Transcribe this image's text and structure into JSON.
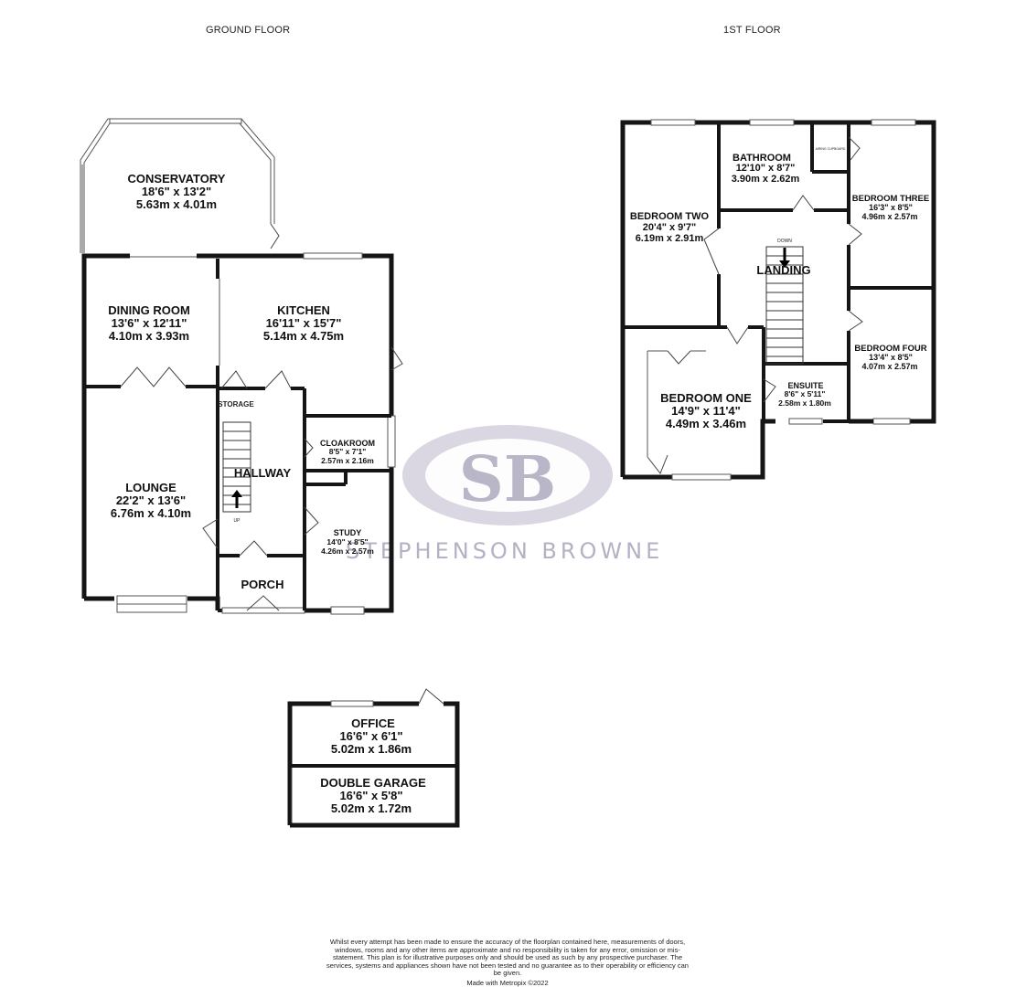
{
  "floors": {
    "ground": "GROUND FLOOR",
    "first": "1ST FLOOR"
  },
  "rooms": {
    "conservatory": {
      "name": "CONSERVATORY",
      "imperial": "18'6\"  x 13'2\"",
      "metric": "5.63m  x 4.01m"
    },
    "dining": {
      "name": "DINING ROOM",
      "imperial": "13'6\"  x 12'11\"",
      "metric": "4.10m  x 3.93m"
    },
    "kitchen": {
      "name": "KITCHEN",
      "imperial": "16'11\"  x 15'7\"",
      "metric": "5.14m  x 4.75m"
    },
    "storage": {
      "name": "STORAGE"
    },
    "cloakroom": {
      "name": "CLOAKROOM",
      "imperial": "8'5\"  x 7'1\"",
      "metric": "2.57m  x 2.16m"
    },
    "hallway": {
      "name": "HALLWAY"
    },
    "lounge": {
      "name": "LOUNGE",
      "imperial": "22'2\"  x 13'6\"",
      "metric": "6.76m  x 4.10m"
    },
    "study": {
      "name": "STUDY",
      "imperial": "14'0\"  x 8'5\"",
      "metric": "4.26m  x 2.57m"
    },
    "porch": {
      "name": "PORCH"
    },
    "bathroom": {
      "name": "BATHROOM",
      "imperial": "12'10\"  x 8'7\"",
      "metric": "3.90m  x 2.62m"
    },
    "airing": {
      "name": "AIRING CUPBOARD"
    },
    "bedroom_two": {
      "name": "BEDROOM TWO",
      "imperial": "20'4\"  x 9'7\"",
      "metric": "6.19m  x 2.91m"
    },
    "bedroom_three": {
      "name": "BEDROOM THREE",
      "imperial": "16'3\"  x 8'5\"",
      "metric": "4.96m  x 2.57m"
    },
    "landing": {
      "name": "LANDING"
    },
    "bedroom_four": {
      "name": "BEDROOM FOUR",
      "imperial": "13'4\"  x 8'5\"",
      "metric": "4.07m  x 2.57m"
    },
    "bedroom_one": {
      "name": "BEDROOM ONE",
      "imperial": "14'9\"  x 11'4\"",
      "metric": "4.49m  x 3.46m"
    },
    "ensuite": {
      "name": "ENSUITE",
      "imperial": "8'6\"  x 5'11\"",
      "metric": "2.58m  x 1.80m"
    },
    "office": {
      "name": "OFFICE",
      "imperial": "16'6\"  x 6'1\"",
      "metric": "5.02m  x 1.86m"
    },
    "garage": {
      "name": "DOUBLE GARAGE",
      "imperial": "16'6\"  x 5'8\"",
      "metric": "5.02m  x 1.72m"
    }
  },
  "stairs": {
    "up": "UP",
    "down": "DOWN"
  },
  "watermark": {
    "brand": "STEPHENSON BROWNE",
    "color": "#c4c1d4"
  },
  "footer": {
    "disclaimer": "Whilst every attempt has been made to ensure the accuracy of the floorplan contained here, measurements of doors, windows, rooms and any other items are approximate and no responsibility is taken for any error, omission or mis-statement. This plan is for illustrative purposes only and should be used as such by any prospective purchaser. The services, systems and appliances shown have not been tested and no guarantee as to their operability or efficiency can be given.",
    "credit": "Made with Metropix ©2022"
  }
}
